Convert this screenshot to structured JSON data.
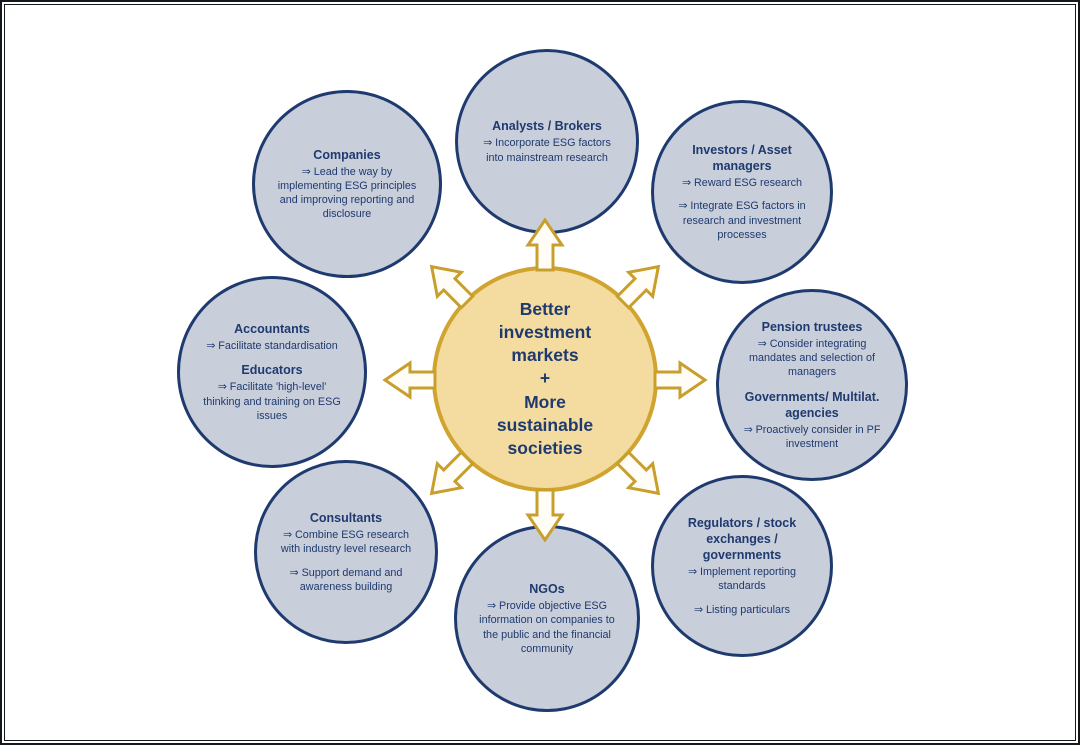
{
  "center": {
    "line1": "Better investment markets",
    "line2": "+",
    "line3": "More sustainable societies"
  },
  "circles": [
    {
      "name": "companies",
      "sections": [
        {
          "title": "Companies",
          "items": [
            "⇒ Lead the way by implementing ESG principles and improving reporting and disclosure"
          ]
        }
      ]
    },
    {
      "name": "analysts-brokers",
      "sections": [
        {
          "title": "Analysts / Brokers",
          "items": [
            "⇒ Incorporate ESG factors into mainstream research"
          ]
        }
      ]
    },
    {
      "name": "investors-asset-managers",
      "sections": [
        {
          "title": "Investors / Asset managers",
          "items": [
            "⇒ Reward ESG research",
            "⇒ Integrate ESG factors in research and investment processes"
          ]
        }
      ]
    },
    {
      "name": "pension-trustees-governments",
      "sections": [
        {
          "title": "Pension trustees",
          "items": [
            "⇒ Consider integrating mandates and selection of managers"
          ]
        },
        {
          "title": "Governments/ Multilat. agencies",
          "items": [
            "⇒ Proactively consider in PF investment"
          ]
        }
      ]
    },
    {
      "name": "regulators-stock-exchanges-governments",
      "sections": [
        {
          "title": "Regulators / stock exchanges / governments",
          "items": [
            "⇒ Implement reporting standards",
            "⇒ Listing particulars"
          ]
        }
      ]
    },
    {
      "name": "ngos",
      "sections": [
        {
          "title": "NGOs",
          "items": [
            "⇒ Provide objective ESG information on companies to the public and the financial community"
          ]
        }
      ]
    },
    {
      "name": "consultants",
      "sections": [
        {
          "title": "Consultants",
          "items": [
            "⇒ Combine ESG research with industry level research",
            "⇒ Support demand and awareness building"
          ]
        }
      ]
    },
    {
      "name": "accountants-educators",
      "sections": [
        {
          "title": "Accountants",
          "items": [
            "⇒ Facilitate standardisation"
          ]
        },
        {
          "title": "Educators",
          "items": [
            "⇒ Facilitate 'high-level' thinking and training on ESG issues"
          ]
        }
      ]
    }
  ],
  "colors": {
    "circle_fill": "#c9cedb",
    "circle_border": "#1e3a6e",
    "text": "#1e3a6e",
    "center_fill": "#f4dca0",
    "center_border": "#d0a42e",
    "arrow_outline": "#c89f2d",
    "arrow_fill": "#fffdf6",
    "background": "#ffffff",
    "frame": "#15181c"
  }
}
